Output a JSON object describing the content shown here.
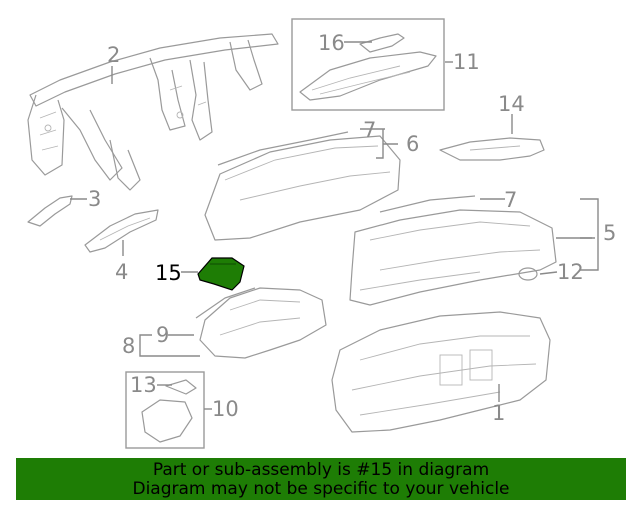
{
  "callouts": {
    "c1": "1",
    "c2": "2",
    "c3": "3",
    "c4": "4",
    "c5": "5",
    "c6": "6",
    "c7a": "7",
    "c7b": "7",
    "c8": "8",
    "c9": "9",
    "c10": "10",
    "c11": "11",
    "c12": "12",
    "c13": "13",
    "c14": "14",
    "c15": "15",
    "c16": "16"
  },
  "highlight": {
    "part_number": "15",
    "color": "#1e7d05"
  },
  "banner": {
    "line1": "Part or sub-assembly is #15 in diagram",
    "line2": "Diagram may not be specific to your vehicle",
    "background": "#1e7d05"
  }
}
